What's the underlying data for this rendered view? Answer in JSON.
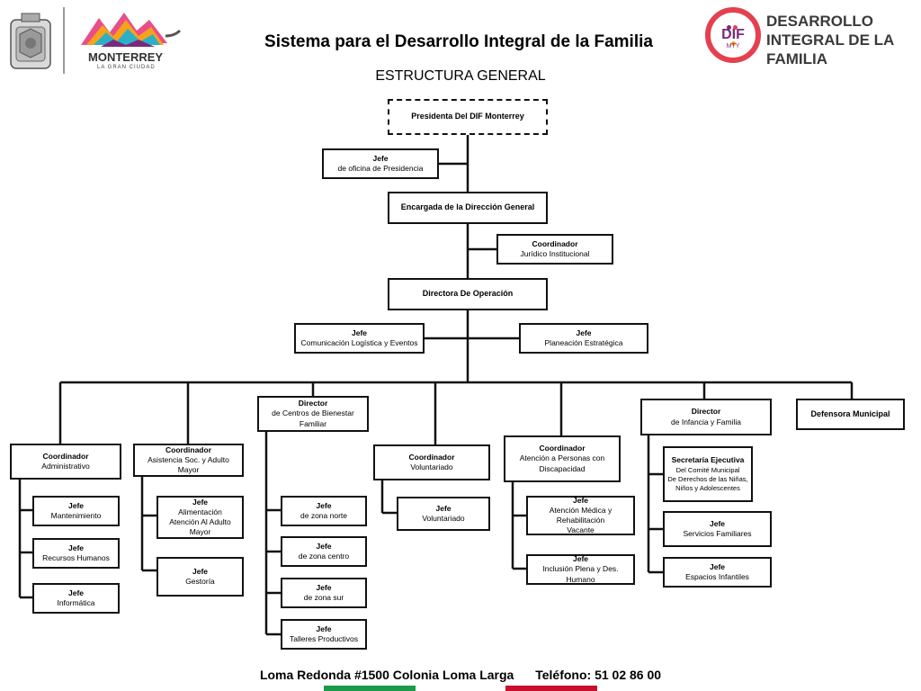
{
  "header": {
    "title": "Sistema para el Desarrollo Integral de la Familia",
    "subtitle": "ESTRUCTURA GENERAL",
    "left_logo": {
      "name": "MONTERREY",
      "tagline": "LA GRAN CIUDAD"
    },
    "right_logo": {
      "mark": "DIF",
      "mark_sub": "MTY",
      "line1": "DESARROLLO",
      "line2": "INTEGRAL DE LA",
      "line3": "FAMILIA"
    }
  },
  "org": {
    "presidenta": {
      "title": "Presidenta Del DIF Monterrey"
    },
    "jefe_presidencia": {
      "title": "Jefe",
      "desc": "de oficina de Presidencia"
    },
    "encargada": {
      "title": "Encargada de la Dirección General"
    },
    "coord_juridico": {
      "title": "Coordinador",
      "desc": "Jurídico Institucional"
    },
    "directora_operacion": {
      "title": "Directora De Operación"
    },
    "jefe_comunicacion": {
      "title": "Jefe",
      "desc": "Comunicación Logística y Eventos"
    },
    "jefe_planeacion": {
      "title": "Jefe",
      "desc": "Planeación Estratégica"
    },
    "coord_admin": {
      "title": "Coordinador",
      "desc": "Administrativo"
    },
    "jefe_mantenimiento": {
      "title": "Jefe",
      "desc": "Mantenimiento"
    },
    "jefe_rh": {
      "title": "Jefe",
      "desc": "Recursos Humanos"
    },
    "jefe_informatica": {
      "title": "Jefe",
      "desc": "Informática"
    },
    "coord_asistencia": {
      "title": "Coordinador",
      "desc": "Asistencia Soc. y Adulto Mayor"
    },
    "jefe_alimentacion": {
      "title": "Jefe",
      "desc": "Alimentación",
      "desc2": "Atención Al Adulto Mayor"
    },
    "jefe_gestoria": {
      "title": "Jefe",
      "desc": "Gestoría"
    },
    "dir_centros": {
      "title": "Director",
      "desc": "de Centros de Bienestar Familiar"
    },
    "jefe_norte": {
      "title": "Jefe",
      "desc": "de zona norte"
    },
    "jefe_centro": {
      "title": "Jefe",
      "desc": "de zona centro"
    },
    "jefe_sur": {
      "title": "Jefe",
      "desc": "de zona sur"
    },
    "jefe_talleres": {
      "title": "Jefe",
      "desc": "Talleres Productivos"
    },
    "coord_voluntariado": {
      "title": "Coordinador",
      "desc": "Voluntariado"
    },
    "jefe_voluntariado": {
      "title": "Jefe",
      "desc": "Voluntariado"
    },
    "coord_discapacidad": {
      "title": "Coordinador",
      "desc": "Atención a Personas con",
      "desc2": "Discapacidad"
    },
    "jefe_medica": {
      "title": "Jefe",
      "desc": "Atención Médica y Rehabilitación",
      "desc2": "Vacante"
    },
    "jefe_inclusion": {
      "title": "Jefe",
      "desc": "Inclusión Plena y Des. Humano"
    },
    "dir_infancia": {
      "title": "Director",
      "desc": "de Infancia y Familia"
    },
    "secretaria": {
      "title": "Secretaría Ejecutiva",
      "desc": "Del Comité Municipal",
      "desc2": "De Derechos de las Niñas,",
      "desc3": "Niños y Adolescentes"
    },
    "jefe_servicios": {
      "title": "Jefe",
      "desc": "Servicios Familiares"
    },
    "jefe_espacios": {
      "title": "Jefe",
      "desc": "Espacios Infantiles"
    },
    "defensora": {
      "title": "Defensora Municipal"
    }
  },
  "footer": {
    "address": "Loma Redonda #1500 Colonia Loma Larga",
    "phone": "Teléfono: 51 02 86 00"
  },
  "colors": {
    "line": "#111111",
    "stripe_green": "#1a9a4a",
    "stripe_red": "#c8102e",
    "dif_red": "#e4404f",
    "dif_purple": "#7a2a7c",
    "dif_text": "#3a3a3a"
  }
}
